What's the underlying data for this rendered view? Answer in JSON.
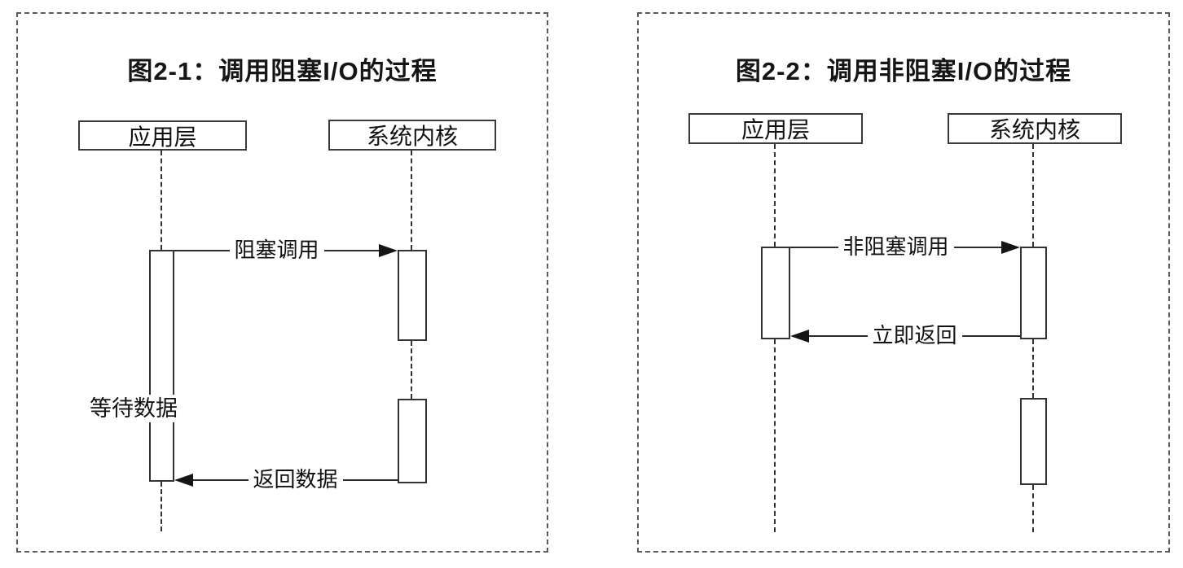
{
  "figures": [
    {
      "title": "图2-1：调用阻塞I/O的过程",
      "actors": {
        "app": "应用层",
        "kernel": "系统内核"
      },
      "messages": {
        "call": {
          "label": "阻塞调用",
          "direction": "right"
        },
        "return": {
          "label": "返回数据",
          "direction": "left"
        }
      },
      "side_note": "等待数据"
    },
    {
      "title": "图2-2：调用非阻塞I/O的过程",
      "actors": {
        "app": "应用层",
        "kernel": "系统内核"
      },
      "messages": {
        "call": {
          "label": "非阻塞调用",
          "direction": "right"
        },
        "return": {
          "label": "立即返回",
          "direction": "left"
        }
      }
    }
  ],
  "colors": {
    "background": "#ffffff",
    "line": "#2b2b2b",
    "panel_border": "#5a5a5a",
    "text": "#111111"
  }
}
